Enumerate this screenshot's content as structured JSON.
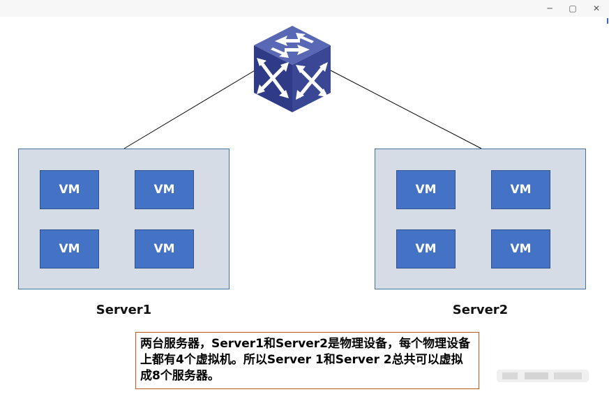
{
  "window": {
    "controls": {
      "minimize": "─",
      "maximize": "▢",
      "close": "✕"
    }
  },
  "diagram": {
    "switch": {
      "icon": "network-switch-icon"
    },
    "servers": [
      {
        "label": "Server1",
        "vms": [
          "VM",
          "VM",
          "VM",
          "VM"
        ]
      },
      {
        "label": "Server2",
        "vms": [
          "VM",
          "VM",
          "VM",
          "VM"
        ]
      }
    ],
    "note": "两台服务器，Server1和Server2是物理设备，每个物理设备上都有4个虚拟机。所以Server 1和Server 2总共可以虚拟成8个服务器。"
  },
  "colors": {
    "server_fill": "#d6dce5",
    "server_border": "#41719c",
    "vm_fill": "#4472c4",
    "switch_fill": "#3f4c9a",
    "note_border": "#c55a11"
  }
}
